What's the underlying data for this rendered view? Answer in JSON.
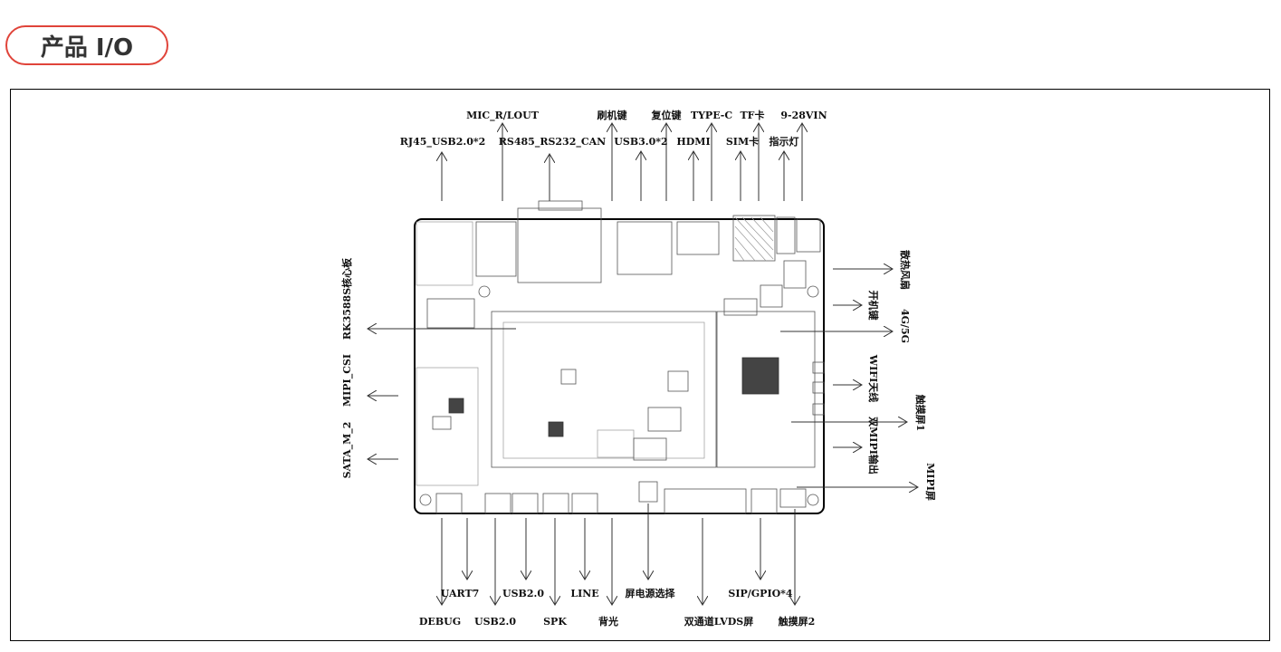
{
  "heading": {
    "title": "产品 I/O",
    "accent_color": "#e0443a"
  },
  "top_labels": {
    "mic": "MIC_R/LOUT",
    "rj45": "RJ45_USB2.0*2",
    "rs485": "RS485_RS232_CAN",
    "flash": "刷机键",
    "usb3": "USB3.0*2",
    "reset": "复位键",
    "hdmi": "HDMI",
    "typec": "TYPE-C",
    "sim": "SIM卡",
    "tf": "TF卡",
    "indicator": "指示灯",
    "vin": "9-28VIN"
  },
  "bottom_labels": {
    "debug": "DEBUG",
    "uart7": "UART7",
    "usb2a": "USB2.0",
    "usb2b": "USB2.0",
    "spk": "SPK",
    "line": "LINE",
    "backlight": "背光",
    "screen_power": "屏电源选择",
    "lvds": "双通道LVDS屏",
    "sip": "SIP/GPIO*4",
    "touch2": "触摸屏2"
  },
  "left_labels": {
    "core": "RK3588S核心板",
    "csi": "MIPI_CSI",
    "sata": "SATA_M_2"
  },
  "right_labels": {
    "fan": "散热风扇",
    "power_key": "开机键",
    "modem": "4G/5G",
    "wifi": "WIFI天线",
    "touch1": "触摸屏1",
    "dual_mipi": "双MIPI输出",
    "mipi_screen": "MIPI屏"
  }
}
